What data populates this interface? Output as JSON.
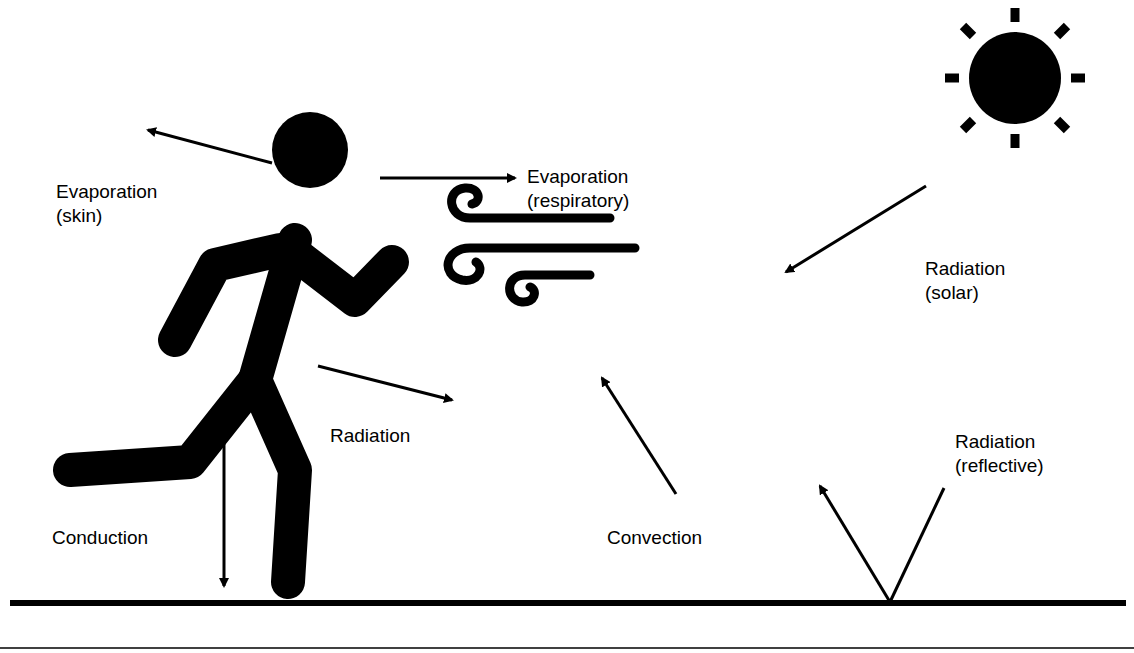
{
  "diagram": {
    "labels": [
      "Evaporation (skin)",
      "Evaporation (respiratory)",
      "Radiation (solar)",
      "Radiation",
      "Radiation (reflective)",
      "Conduction",
      "Convection"
    ]
  }
}
